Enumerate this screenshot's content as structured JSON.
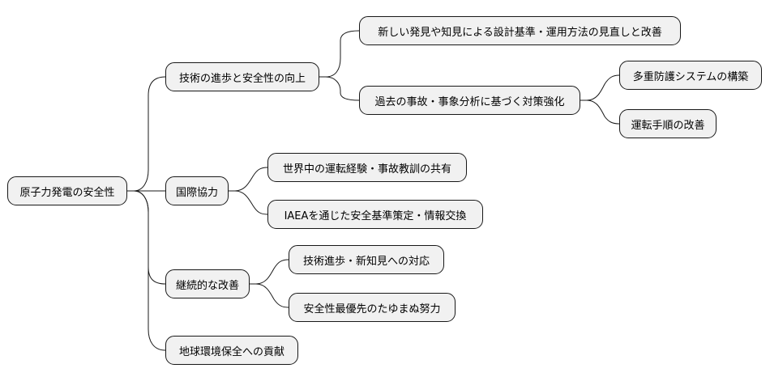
{
  "mindmap": {
    "root": "原子力発電の安全性",
    "branches": [
      {
        "label": "技術の進歩と安全性の向上",
        "children": [
          {
            "label": "新しい発見や知見による設計基準・運用方法の見直しと改善"
          },
          {
            "label": "過去の事故・事象分析に基づく対策強化",
            "children": [
              {
                "label": "多重防護システムの構築"
              },
              {
                "label": "運転手順の改善"
              }
            ]
          }
        ]
      },
      {
        "label": "国際協力",
        "children": [
          {
            "label": "世界中の運転経験・事故教訓の共有"
          },
          {
            "label": "IAEAを通じた安全基準策定・情報交換"
          }
        ]
      },
      {
        "label": "継続的な改善",
        "children": [
          {
            "label": "技術進歩・新知見への対応"
          },
          {
            "label": "安全性最優先のたゆまぬ努力"
          }
        ]
      },
      {
        "label": "地球環境保全への貢献"
      }
    ]
  },
  "colors": {
    "node_fill": "#f1f1f1",
    "node_border": "#181818",
    "line": "#181818",
    "background": "#ffffff"
  }
}
